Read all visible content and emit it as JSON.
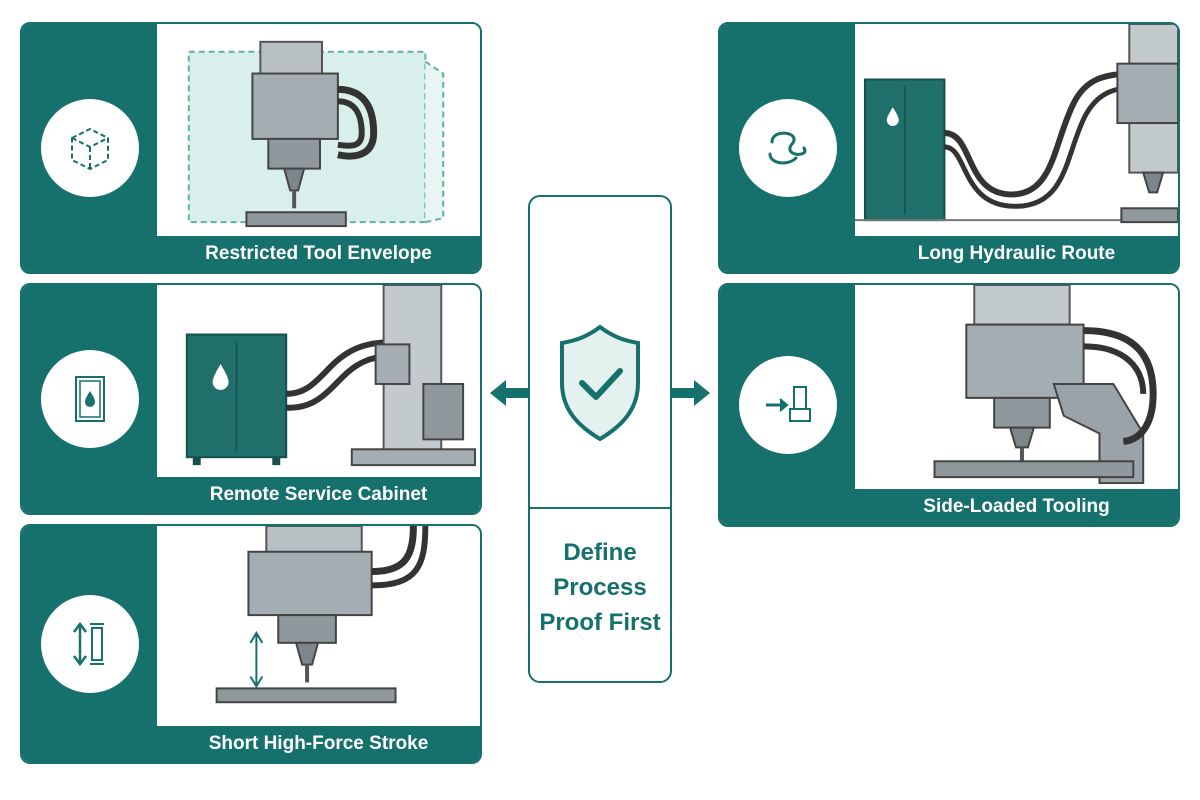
{
  "cards": [
    {
      "caption": "Restricted Tool Envelope",
      "icon": "dashed-cube-icon"
    },
    {
      "caption": "Remote Service Cabinet",
      "icon": "cabinet-drop-icon"
    },
    {
      "caption": "Short High-Force Stroke",
      "icon": "stroke-arrow-icon"
    },
    {
      "caption": "Long Hydraulic Route",
      "icon": "squiggle-hose-icon"
    },
    {
      "caption": "Side-Loaded Tooling",
      "icon": "side-load-arrow-icon"
    }
  ],
  "center": {
    "title_lines": [
      "Define",
      "Process",
      "Proof First"
    ],
    "icon": "shield-check-icon"
  },
  "colors": {
    "accent": "#16706c",
    "background": "#ffffff",
    "metal": "#9aa3a8"
  }
}
